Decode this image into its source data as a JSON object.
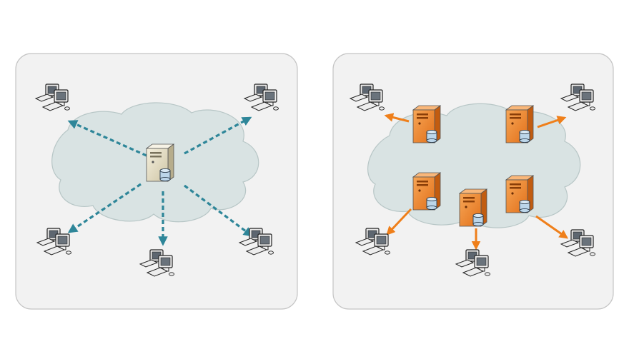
{
  "colors": {
    "background": "#ffffff",
    "panel_fill": "#f2f2f2",
    "panel_stroke": "#c4c4c4",
    "cloud_fill": "#d9e3e3",
    "cloud_stroke": "#b7c6c6",
    "central_arrow": "#2e8699",
    "distributed_arrow": "#ef7f1a",
    "origin_server_body": "#e3dcc4",
    "edge_server_body": "#f08a24",
    "database": "#bcd6ea"
  },
  "diagrams": [
    {
      "name": "centralized-delivery",
      "arrow_style": "dashed",
      "servers": [
        {
          "name": "origin-server",
          "style": "beige",
          "targets": [
            "top-left",
            "top-right",
            "bottom-left",
            "bottom-center",
            "bottom-right"
          ]
        }
      ],
      "clients": [
        "top-left",
        "top-right",
        "bottom-left",
        "bottom-center",
        "bottom-right"
      ]
    },
    {
      "name": "distributed-delivery",
      "arrow_style": "solid",
      "servers": [
        {
          "name": "edge-server-top-left",
          "style": "orange",
          "targets": [
            "top-left"
          ]
        },
        {
          "name": "edge-server-top-right",
          "style": "orange",
          "targets": [
            "top-right"
          ]
        },
        {
          "name": "edge-server-bottom-left",
          "style": "orange",
          "targets": [
            "bottom-left"
          ]
        },
        {
          "name": "edge-server-bottom-center",
          "style": "orange",
          "targets": [
            "bottom-center"
          ]
        },
        {
          "name": "edge-server-bottom-right",
          "style": "orange",
          "targets": [
            "bottom-right"
          ]
        }
      ],
      "clients": [
        "top-left",
        "top-right",
        "bottom-left",
        "bottom-center",
        "bottom-right"
      ]
    }
  ]
}
